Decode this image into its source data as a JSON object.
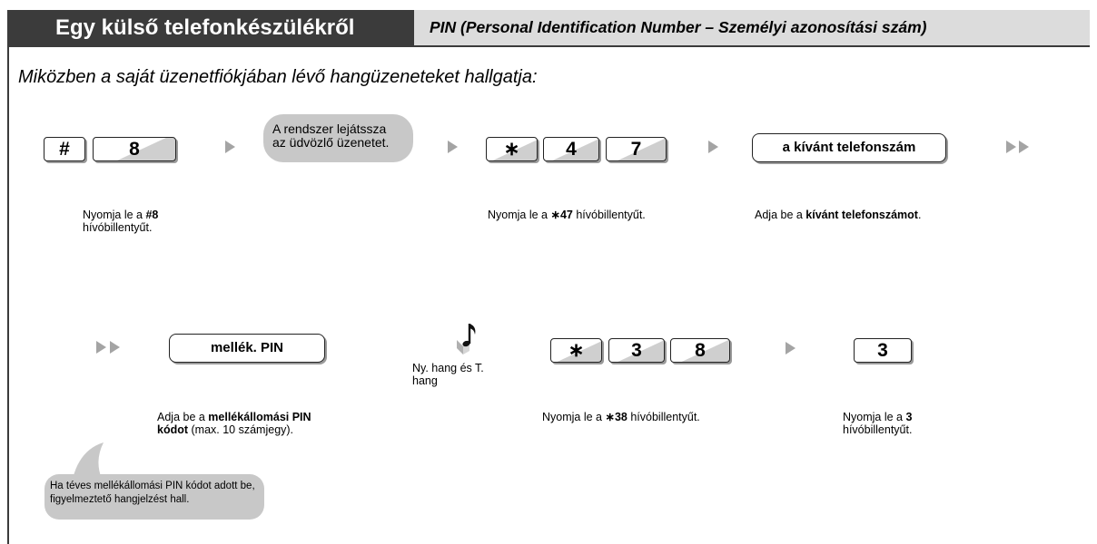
{
  "header": {
    "title": "Egy külső telefonkészülékről",
    "subtitle": "PIN (Personal Identification Number – Személyi azonosítási szám)"
  },
  "intro": "Miközben a saját üzenetfiókjában lévő hangüzeneteket hallgatja:",
  "row1": {
    "keys1": [
      "#",
      "8"
    ],
    "bubble": "A rendszer lejátssza az üdvözlő üzenetet.",
    "keys2": [
      "∗",
      "4",
      "7"
    ],
    "pill": "a kívánt telefonszám",
    "caption1_pre": "Nyomja le a ",
    "caption1_bold": "#8",
    "caption1_post": " hívóbillentyűt.",
    "caption2_pre": "Nyomja le a ",
    "caption2_bold": "∗47",
    "caption2_post": " hívóbillentyűt.",
    "caption3_pre": "Adja be a ",
    "caption3_bold": "kívánt telefonszámot",
    "caption3_post": "."
  },
  "row2": {
    "pill": "mellék. PIN",
    "tone_label": "Ny. hang és T. hang",
    "keys": [
      "∗",
      "3",
      "8"
    ],
    "key_single": "3",
    "caption1_pre": "Adja be a ",
    "caption1_bold": "mellékállomási PIN kódot",
    "caption1_post": " (max. 10 számjegy).",
    "caption2_pre": "Nyomja le a ",
    "caption2_bold": "∗38",
    "caption2_post": " hívóbillentyűt.",
    "caption3_pre": "Nyomja le a ",
    "caption3_bold": "3",
    "caption3_post": " hívóbillentyűt."
  },
  "note": "Ha téves mellékállomási PIN kódot adott be, figyelmeztető hangjelzést hall.",
  "icons": {
    "arrow": "arrow-right-icon",
    "double_arrow": "double-arrow-right-icon",
    "music": "music-note-icon"
  },
  "colors": {
    "header_dark": "#3b3b3b",
    "header_light": "#dcdcdc",
    "bubble": "#c8c8c8",
    "arrow": "#a4a4a4"
  }
}
